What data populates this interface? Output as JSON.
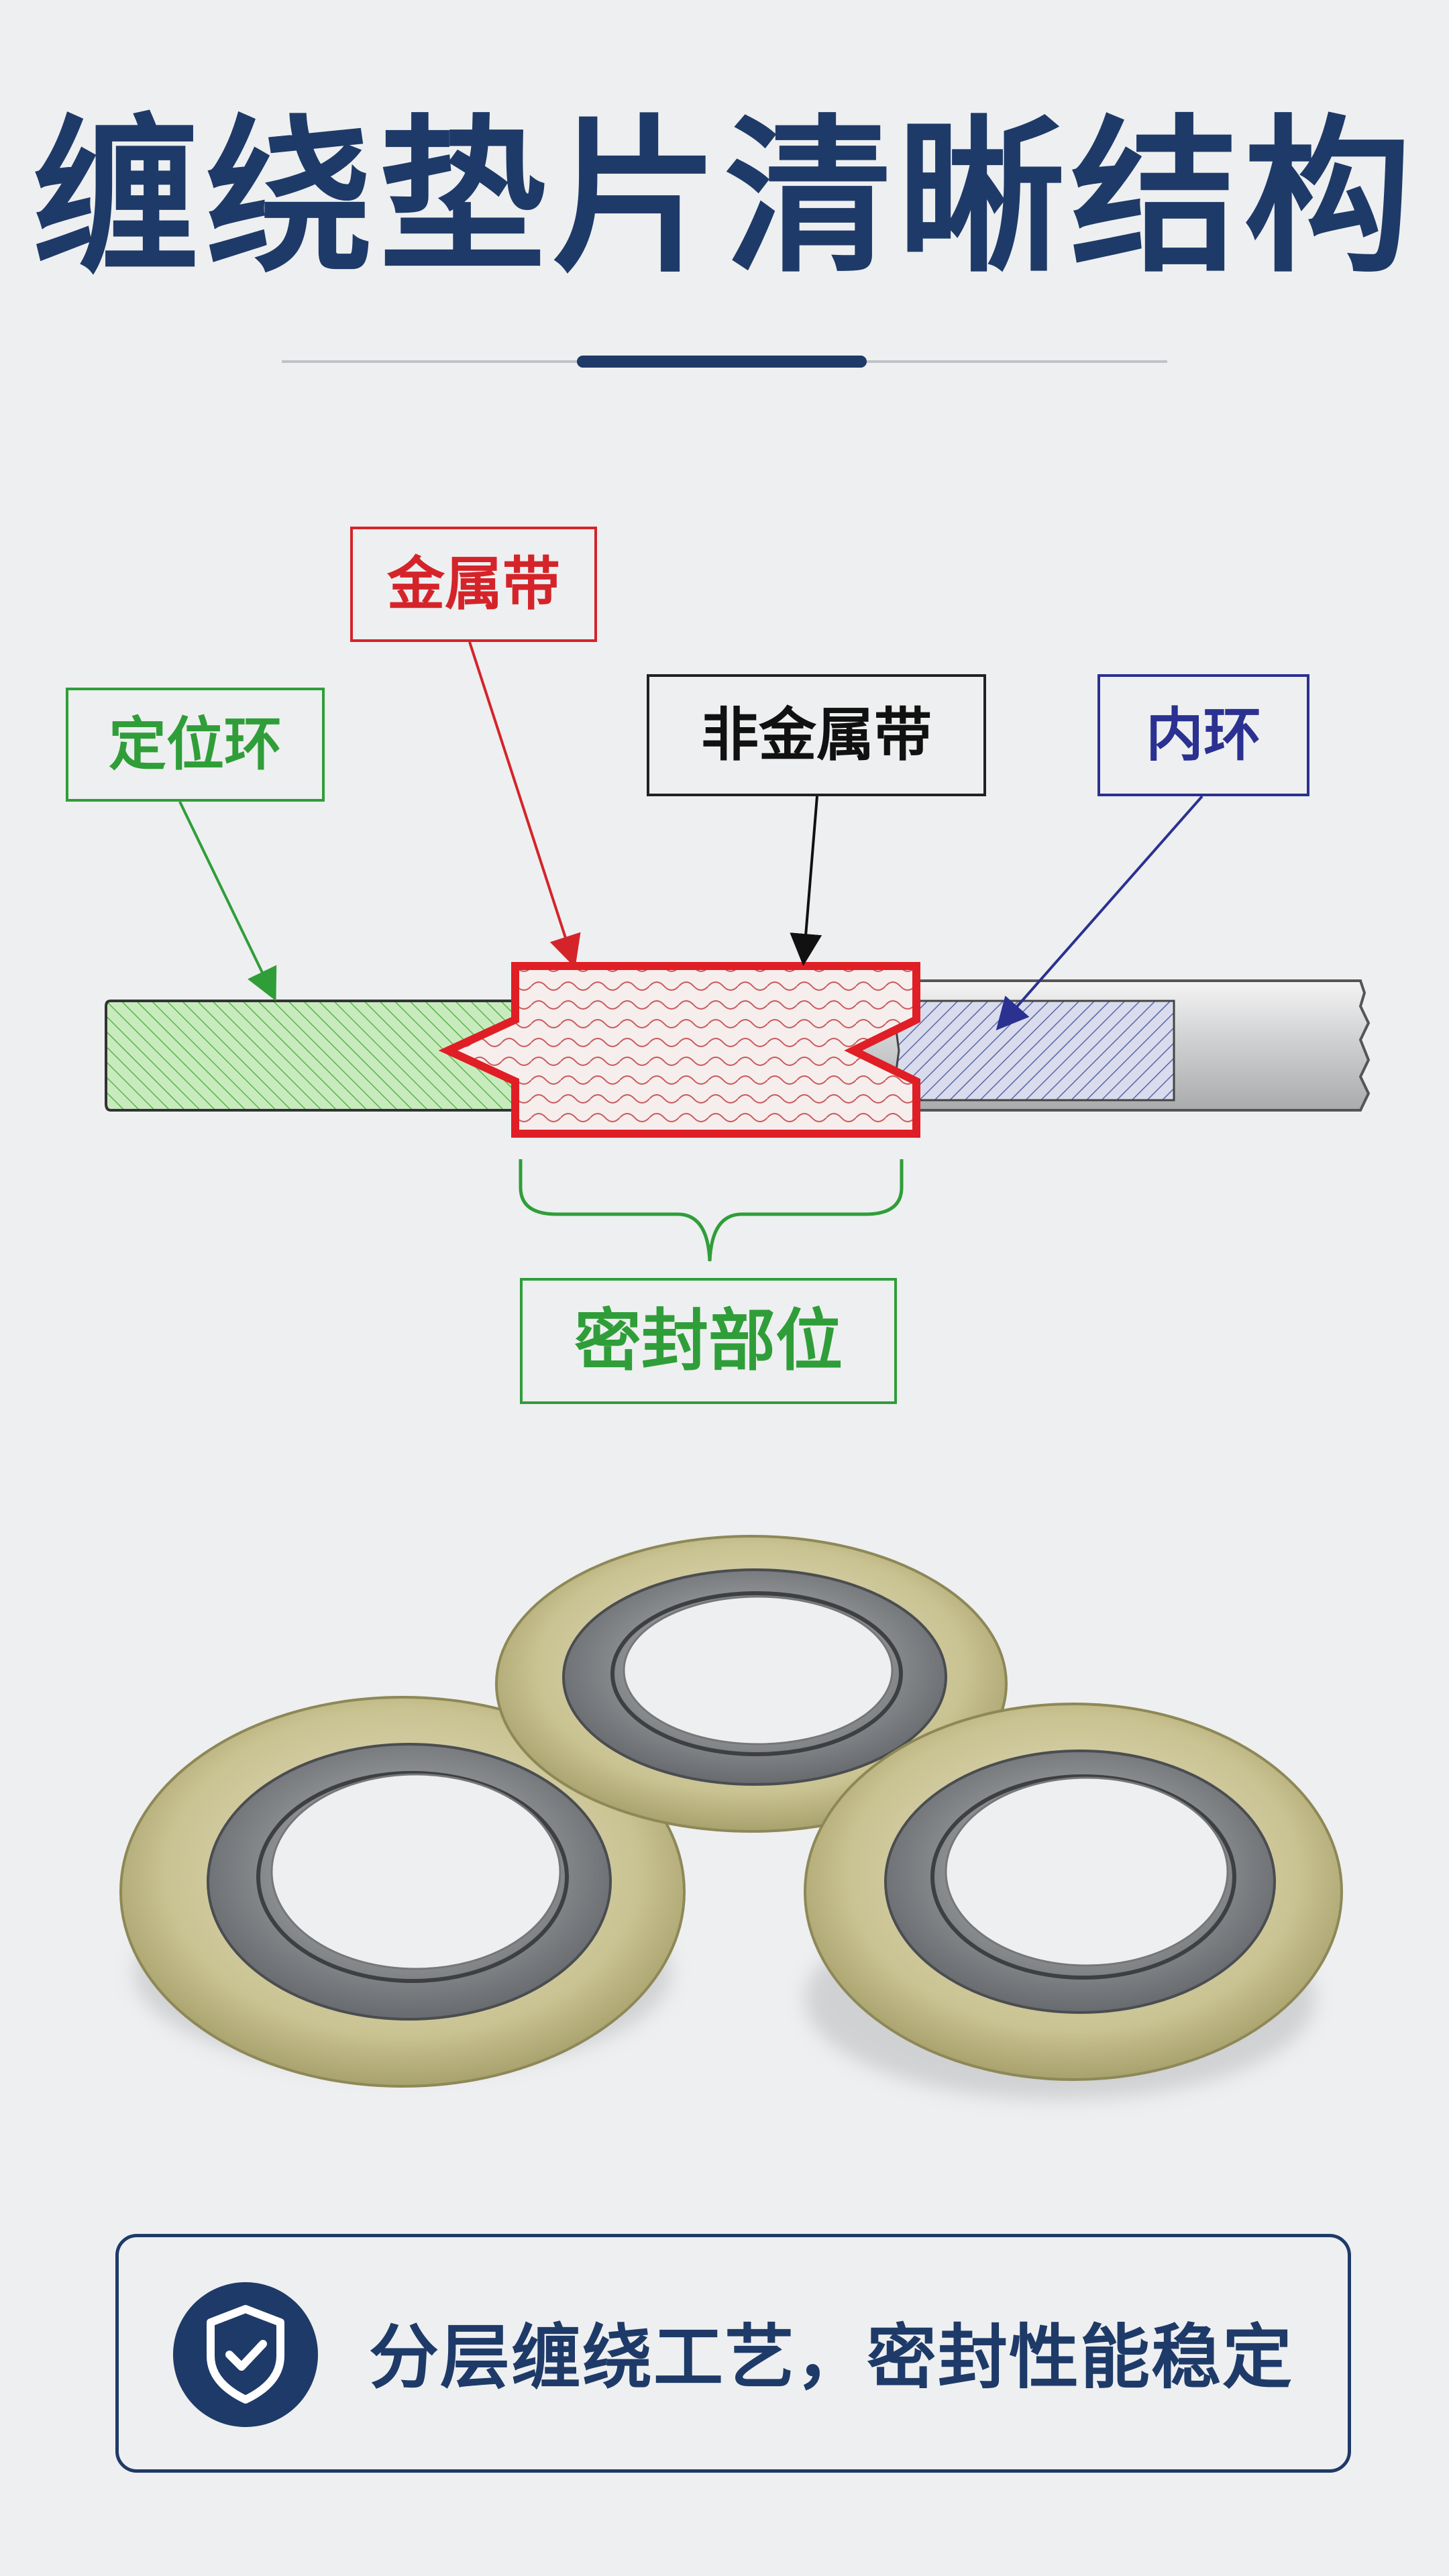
{
  "title": "缠绕垫片清晰结构",
  "labels": {
    "metal_strip": "金属带",
    "locating_ring": "定位环",
    "non_metal_strip": "非金属带",
    "inner_ring": "内环",
    "sealing_area": "密封部位"
  },
  "banner": {
    "icon": "shield-check-icon",
    "text": "分层缠绕工艺，密封性能稳定"
  },
  "colors": {
    "brand_navy": "#1e3a68",
    "metal_red": "#d4242a",
    "locate_green": "#2f9e39",
    "inner_blue": "#2a3191",
    "background": "#eeeff0"
  }
}
